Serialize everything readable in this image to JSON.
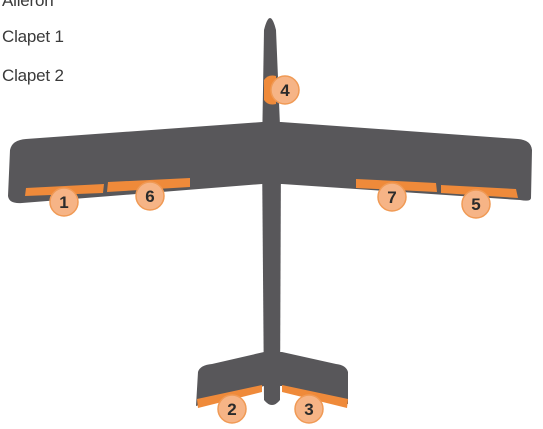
{
  "legend": {
    "top_partial": "Aileron",
    "item_1": "Clapet 1",
    "item_2": "Clapet 2"
  },
  "colors": {
    "airframe": "#58575a",
    "surface": "#ef8a3a",
    "badge_fill": "#f6b486",
    "badge_edge": "#f09a55",
    "label_text": "#2b2b2b"
  },
  "badges": [
    "1",
    "2",
    "3",
    "4",
    "5",
    "6",
    "7"
  ]
}
